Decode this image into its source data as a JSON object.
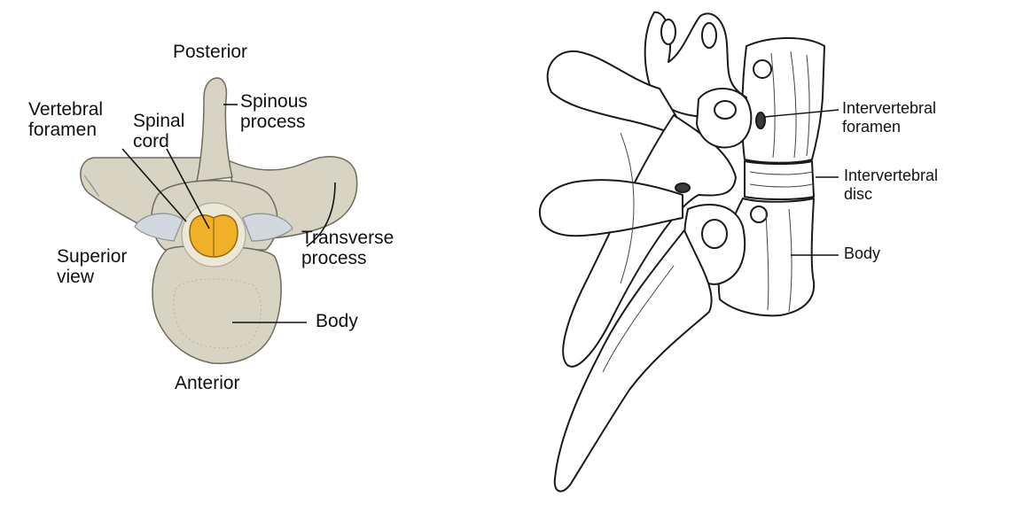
{
  "superior_view": {
    "labels": {
      "posterior": "Posterior",
      "anterior": "Anterior",
      "vertebral_foramen": "Vertebral\nforamen",
      "spinal_cord": "Spinal\ncord",
      "spinous_process": "Spinous\nprocess",
      "transverse_process": "Transverse\nprocess",
      "superior_view": "Superior\nview",
      "body": "Body"
    },
    "colors": {
      "bone": "#d8d4c4",
      "bone_outline": "#6e6a5c",
      "facet": "#d2d8de",
      "spinal_cord": "#f0b128",
      "foramen_ring": "#ece8d8"
    }
  },
  "lateral_view": {
    "labels": {
      "intervertebral_foramen": "Intervertebral\nforamen",
      "intervertebral_disc": "Intervertebral\ndisc",
      "body": "Body"
    }
  }
}
